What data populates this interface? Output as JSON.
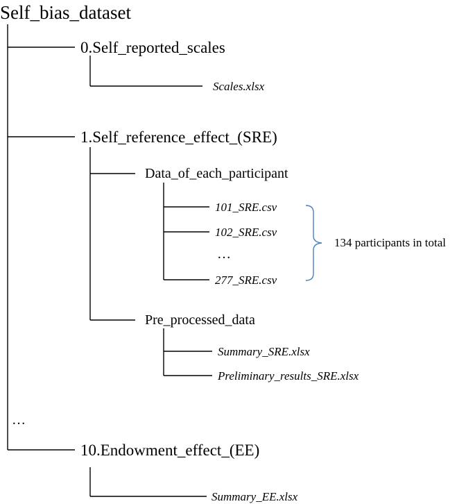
{
  "root": "Self_bias_dataset",
  "folders": {
    "scales": "0.Self_reported_scales",
    "sre": "1.Self_reference_effect_(SRE)",
    "ee": "10.Endowment_effect_(EE)"
  },
  "subfolders": {
    "participants": "Data_of_each_participant",
    "preprocessed": "Pre_processed_data"
  },
  "files": {
    "scales": "Scales.xlsx",
    "p101": "101_SRE.csv",
    "p102": "102_SRE.csv",
    "p277": "277_SRE.csv",
    "summary_sre": "Summary_SRE.xlsx",
    "prelim_sre": "Preliminary_results_SRE.xlsx",
    "summary_ee": "Summary_EE.xlsx"
  },
  "ellipsis": "…",
  "annotation": "134 participants in total",
  "colors": {
    "line": "#000000",
    "brace": "#4a7fc1"
  }
}
